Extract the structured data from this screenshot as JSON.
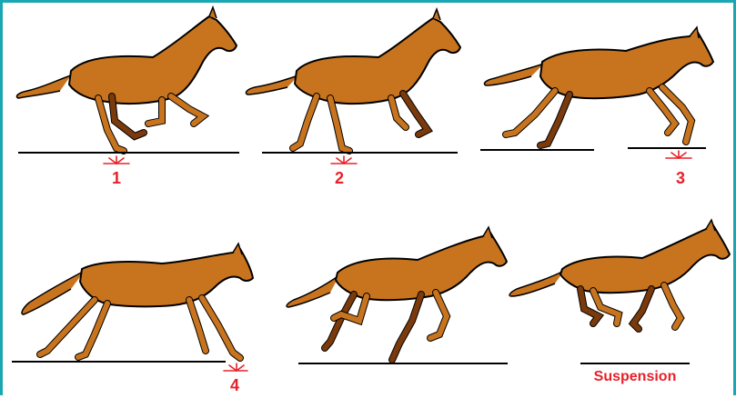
{
  "colors": {
    "coat": "#c8741e",
    "coat_shadow": "#7a3a0c",
    "outline": "#000000",
    "label": "#e8202a",
    "frame": "#1aa7b3"
  },
  "frames": [
    {
      "label": "1"
    },
    {
      "label": "2"
    },
    {
      "label": "3"
    },
    {
      "label": "4"
    },
    {
      "label": ""
    },
    {
      "label": "Suspension"
    }
  ]
}
